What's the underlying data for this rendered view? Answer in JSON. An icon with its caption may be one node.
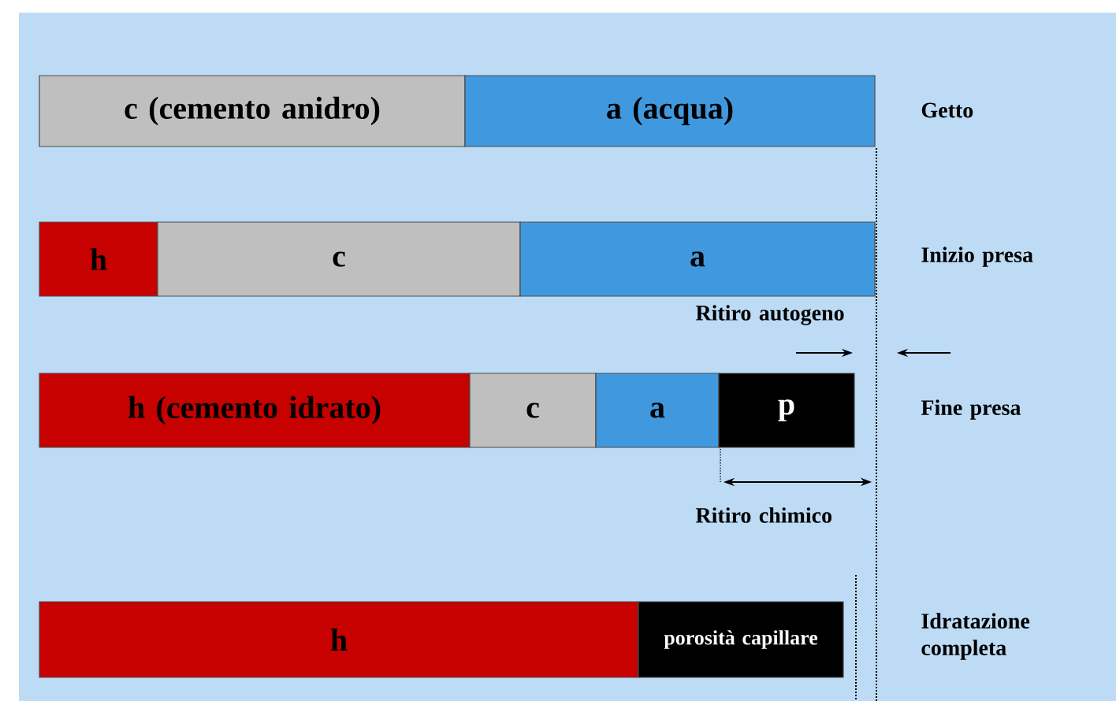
{
  "diagram": {
    "nodes": [
      {
        "text": [
          "c (cemento anidro)"
        ]
      },
      {
        "text": [
          "a (acqua)"
        ]
      },
      {
        "text": [
          "h"
        ]
      },
      {
        "text": [
          "c"
        ]
      },
      {
        "text": [
          "a"
        ]
      },
      {
        "text": [
          "h (cemento idrato)"
        ]
      },
      {
        "text": [
          "c"
        ]
      },
      {
        "text": [
          "a"
        ]
      },
      {
        "text": [
          "p"
        ]
      },
      {
        "text": [
          "h"
        ]
      },
      {
        "text": [
          "porosità capillare"
        ]
      }
    ],
    "labels": [
      "Getto",
      "Inizio presa",
      "Ritiro autogeno",
      "Fine presa",
      "Ritiro chimico",
      "Idratazione completa"
    ]
  }
}
